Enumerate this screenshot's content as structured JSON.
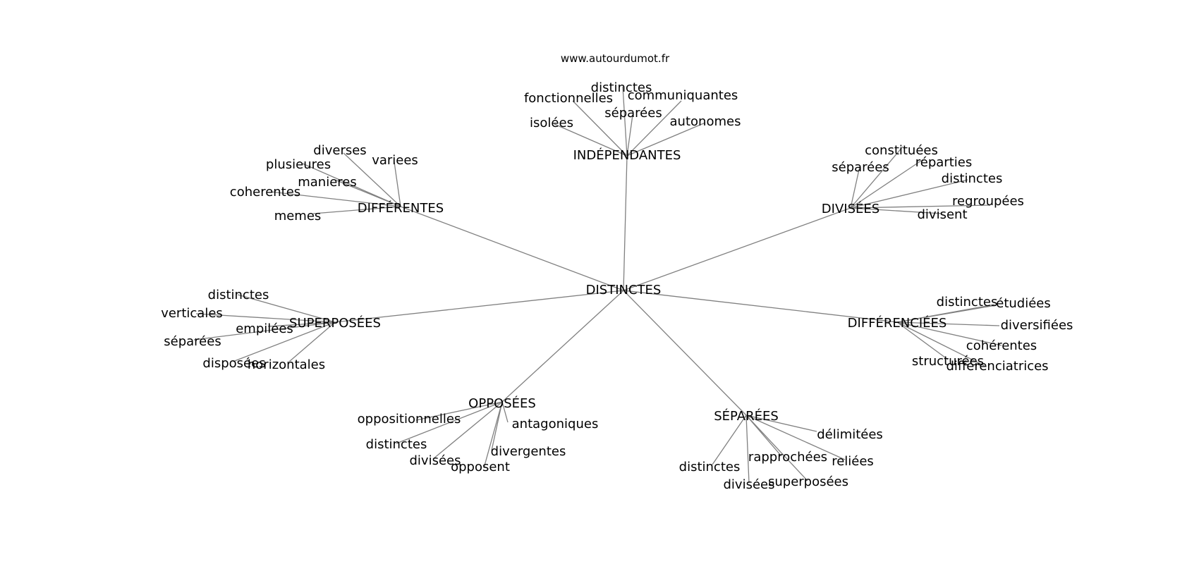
{
  "site": "www.autourdumot.fr",
  "center": "DISTINCTES",
  "clusters": [
    {
      "label": "INDÉPENDANTES",
      "words": [
        "distinctes",
        "fonctionnelles",
        "communiquantes",
        "séparées",
        "isolées",
        "autonomes"
      ]
    },
    {
      "label": "DIFFÉRENTES",
      "words": [
        "diverses",
        "variees",
        "plusieures",
        "manieres",
        "coherentes",
        "memes"
      ]
    },
    {
      "label": "DIVISÉES",
      "words": [
        "constituées",
        "séparées",
        "réparties",
        "distinctes",
        "regroupées",
        "divisent"
      ]
    },
    {
      "label": "SUPERPOSÉES",
      "words": [
        "distinctes",
        "verticales",
        "empilées",
        "séparées",
        "disposées",
        "horizontales"
      ]
    },
    {
      "label": "DIFFÉRENCIÉES",
      "words": [
        "distinctes",
        "étudiées",
        "diversifiées",
        "cohérentes",
        "structurées",
        "différenciatrices"
      ]
    },
    {
      "label": "OPPOSÉES",
      "words": [
        "oppositionnelles",
        "antagoniques",
        "distinctes",
        "divergentes",
        "divisées",
        "opposent"
      ]
    },
    {
      "label": "SÉPARÉES",
      "words": [
        "délimitées",
        "rapprochées",
        "reliées",
        "distinctes",
        "divisées",
        "superposées"
      ]
    }
  ]
}
